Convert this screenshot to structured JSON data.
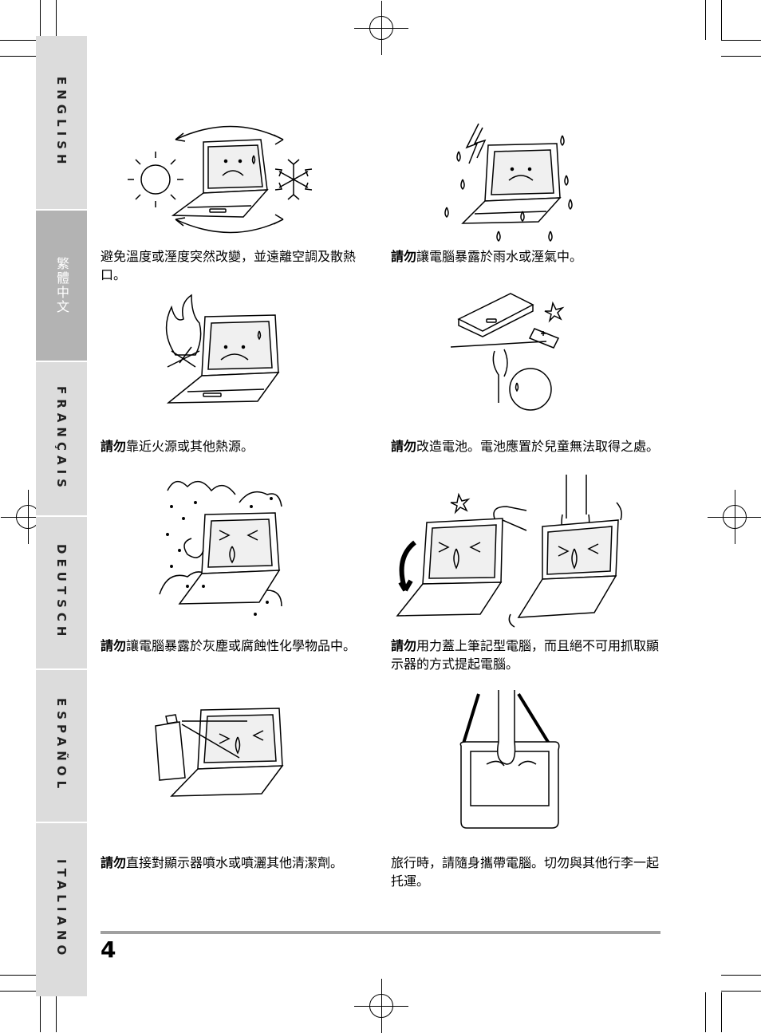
{
  "tabs": [
    {
      "label": "ENGLISH",
      "active": false
    },
    {
      "label": "繁體中文",
      "active": true
    },
    {
      "label": "FRANÇAIS",
      "active": false
    },
    {
      "label": "DEUTSCH",
      "active": false
    },
    {
      "label": "ESPAÑOL",
      "active": false
    },
    {
      "label": "ITALIANO",
      "active": false
    }
  ],
  "items": [
    {
      "bold": "",
      "text": "避免溫度或溼度突然改變，並遠離空調及散熱口。",
      "icon": "temperature-change-illustration"
    },
    {
      "bold": "請勿",
      "text": "讓電腦暴露於雨水或溼氣中。",
      "icon": "rain-illustration"
    },
    {
      "bold": "請勿",
      "text": "靠近火源或其他熱源。",
      "icon": "fire-illustration"
    },
    {
      "bold": "請勿",
      "text": "改造電池。電池應置於兒童無法取得之處。",
      "icon": "battery-child-illustration"
    },
    {
      "bold": "請勿",
      "text": "讓電腦暴露於灰塵或腐蝕性化學物品中。",
      "icon": "dust-illustration"
    },
    {
      "bold": "請勿",
      "text": "用力蓋上筆記型電腦，而且絕不可用抓取顯示器的方式提起電腦。",
      "icon": "lid-slam-illustration"
    },
    {
      "bold": "請勿",
      "text": "直接對顯示器噴水或噴灑其他清潔劑。",
      "icon": "spray-illustration"
    },
    {
      "bold": "",
      "text": "旅行時，請隨身攜帶電腦。切勿與其他行李一起托運。",
      "icon": "carry-bag-illustration"
    }
  ],
  "page": {
    "number": "4"
  }
}
